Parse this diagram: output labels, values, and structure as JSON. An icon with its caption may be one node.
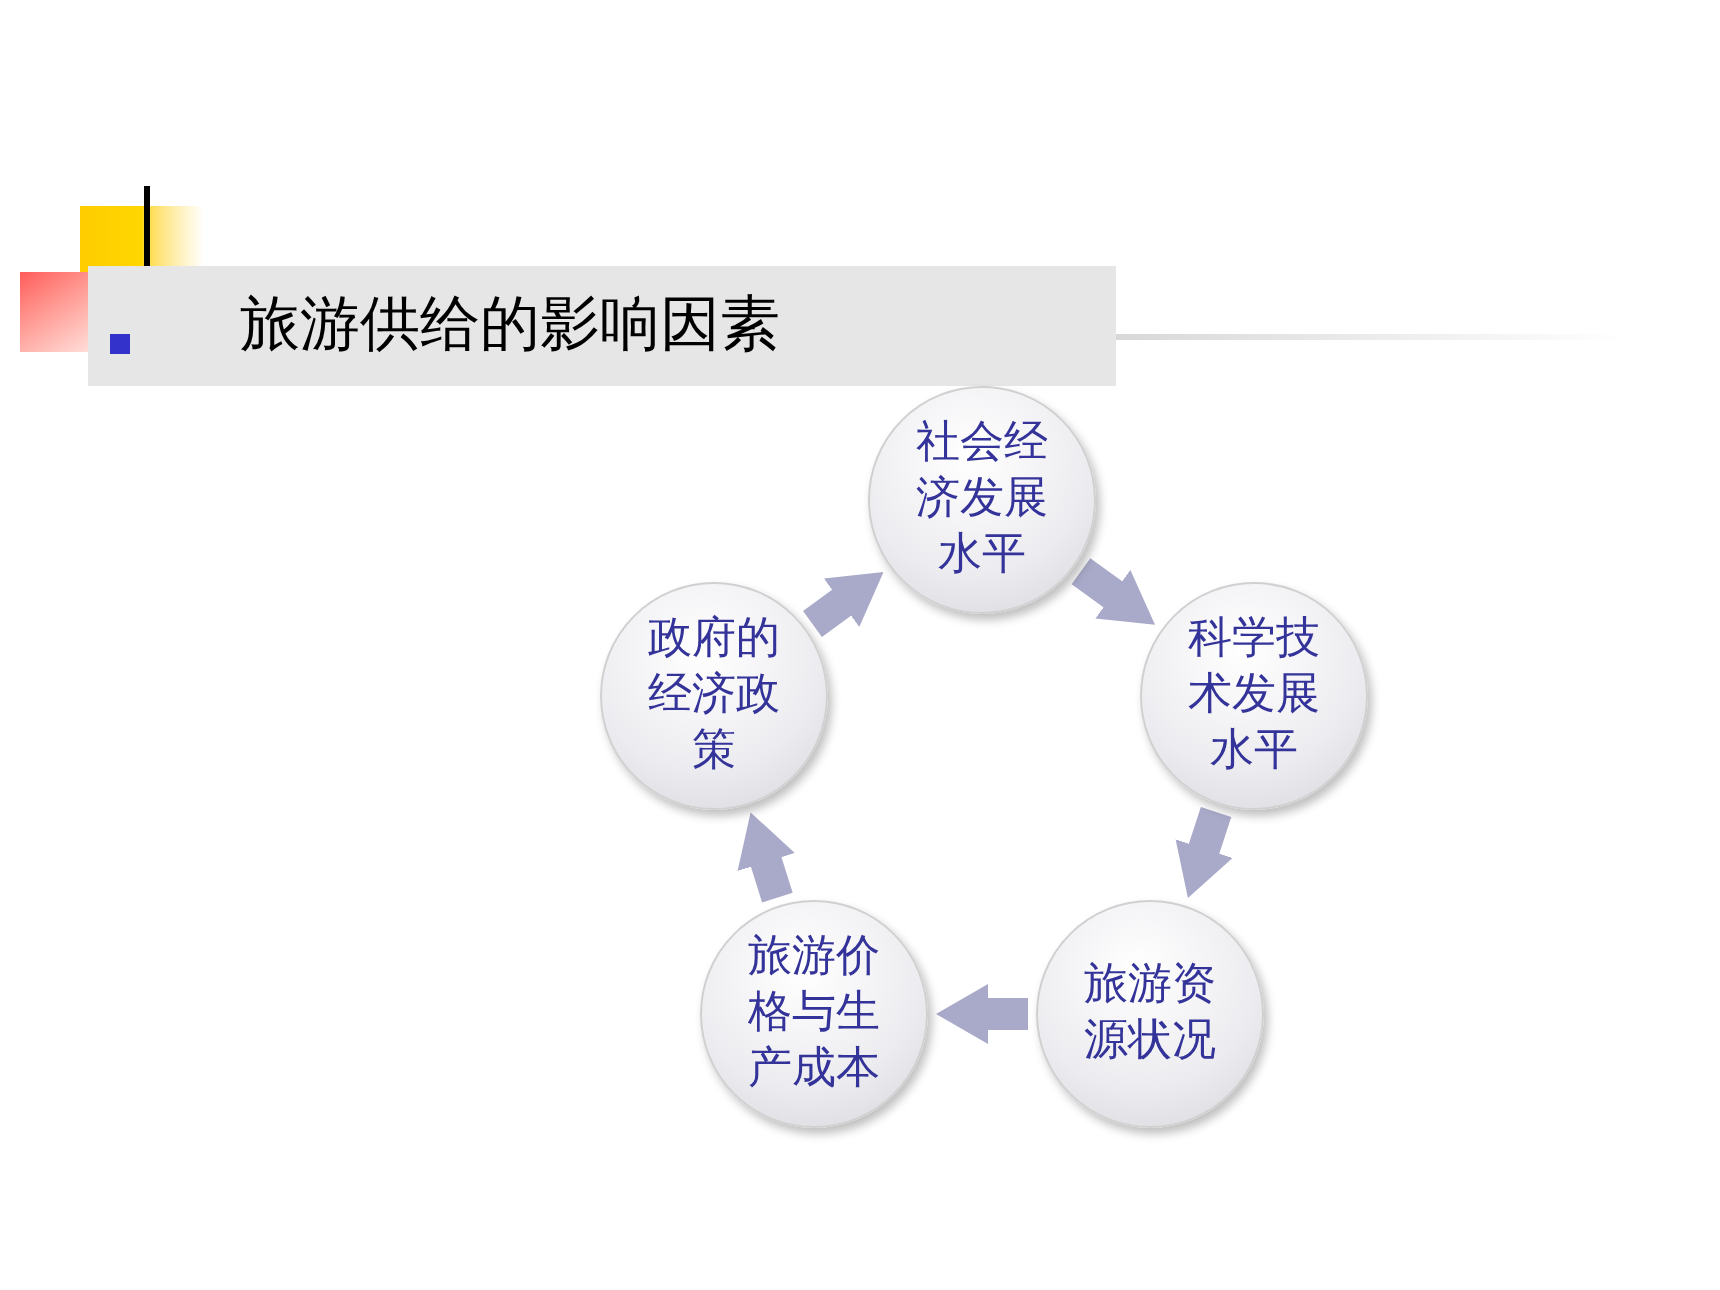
{
  "diagram": {
    "title": "旅游供给的影响因素",
    "nodes": [
      {
        "text": [
          "社会经济发展水平"
        ]
      },
      {
        "text": [
          "科学技术发展水平"
        ]
      },
      {
        "text": [
          "旅游资源状况"
        ]
      },
      {
        "text": [
          "旅游价格与生产成本"
        ]
      },
      {
        "text": [
          "政府的经济政策"
        ]
      }
    ],
    "edges": [
      {
        "from": 0,
        "to": 1,
        "arrow": "to"
      },
      {
        "from": 1,
        "to": 2,
        "arrow": "to"
      },
      {
        "from": 2,
        "to": 3,
        "arrow": "to"
      },
      {
        "from": 3,
        "to": 4,
        "arrow": "to"
      },
      {
        "from": 4,
        "to": 0,
        "arrow": "to"
      }
    ]
  }
}
